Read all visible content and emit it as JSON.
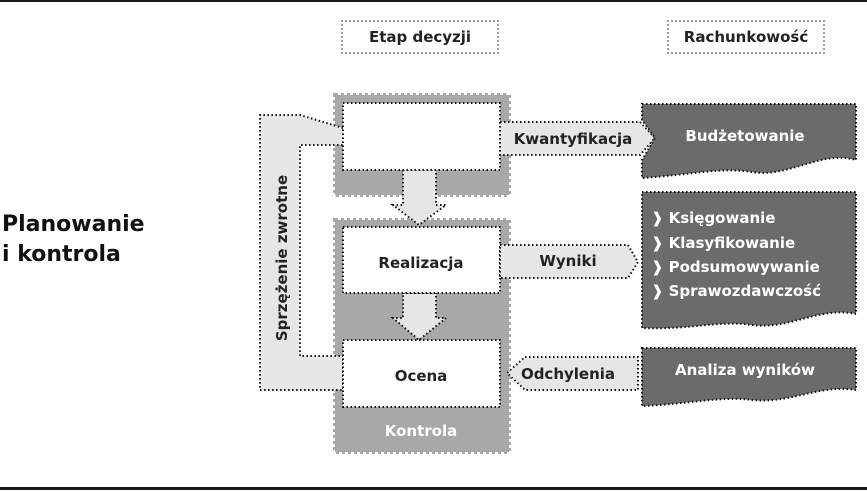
{
  "side_title": {
    "line1": "Planowanie",
    "line2": "i kontrola"
  },
  "headers": {
    "decision_stage": "Etap decyzji",
    "accounting": "Rachunkowość"
  },
  "stages": {
    "realization": "Realizacja",
    "evaluation": "Ocena",
    "control": "Kontrola"
  },
  "connectors": {
    "quantification": "Kwantyfikacja",
    "results": "Wyniki",
    "deviations": "Odchylenia",
    "feedback": "Sprzężenie zwrotne"
  },
  "accounting_boxes": {
    "budgeting": "Budżetowanie",
    "bookkeeping_items": [
      "Księgowanie",
      "Klasyfikowanie",
      "Podsumowywanie",
      "Sprawozdawczość"
    ],
    "bullet_glyph": "❱",
    "results_analysis": "Analiza wyników"
  },
  "colors": {
    "dark_box": "#6b6b6b",
    "control_gray": "#a8a8a8",
    "arrow_fill": "#e6e6e6"
  }
}
